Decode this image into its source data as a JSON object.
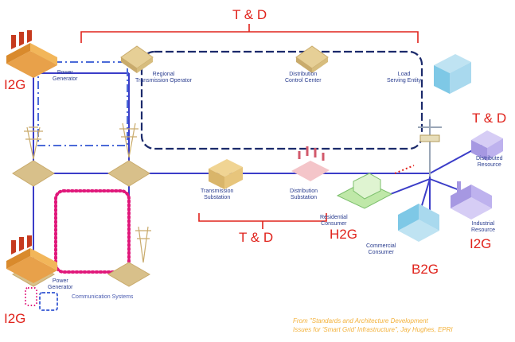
{
  "labels": {
    "power_generator_top": [
      "Power",
      "Generator"
    ],
    "regional_transmission": [
      "Regional",
      "Transmission Operator"
    ],
    "distribution_control": [
      "Distribution",
      "Control Center"
    ],
    "load_serving": [
      "Load",
      "Serving Entity"
    ],
    "transmission_substation": [
      "Transmission",
      "Substation"
    ],
    "distribution_substation": [
      "Distribution",
      "Substation"
    ],
    "distributed_resource": [
      "Distributed",
      "Resource"
    ],
    "residential_consumer": [
      "Residential",
      "Consumer"
    ],
    "commercial_consumer": [
      "Commercial",
      "Consumer"
    ],
    "industrial_consumer": [
      "Industrial",
      "Resource"
    ],
    "power_generator_bottom": [
      "Power",
      "Generator"
    ],
    "communication_systems": "Communication Systems"
  },
  "interfaces": {
    "td_top": "T & D",
    "td_right": "T & D",
    "td_middle": "T & D",
    "i2g_top_left": "I2G",
    "i2g_bottom_left": "I2G",
    "i2g_right": "I2G",
    "h2g": "H2G",
    "b2g": "B2G"
  },
  "citation": {
    "line1": "From \"Standards and Architecture Development",
    "line2": "Issues for 'Smart Grid' Infrastructure\", Jay Hughes, EPRI"
  },
  "colors": {
    "accent_red": "#e0231c",
    "grid_line": "#3b3dc8",
    "network_dash": "#1b2a6b",
    "magenta_dotted": "#e0177a",
    "citation_orange": "#f3b13a"
  }
}
